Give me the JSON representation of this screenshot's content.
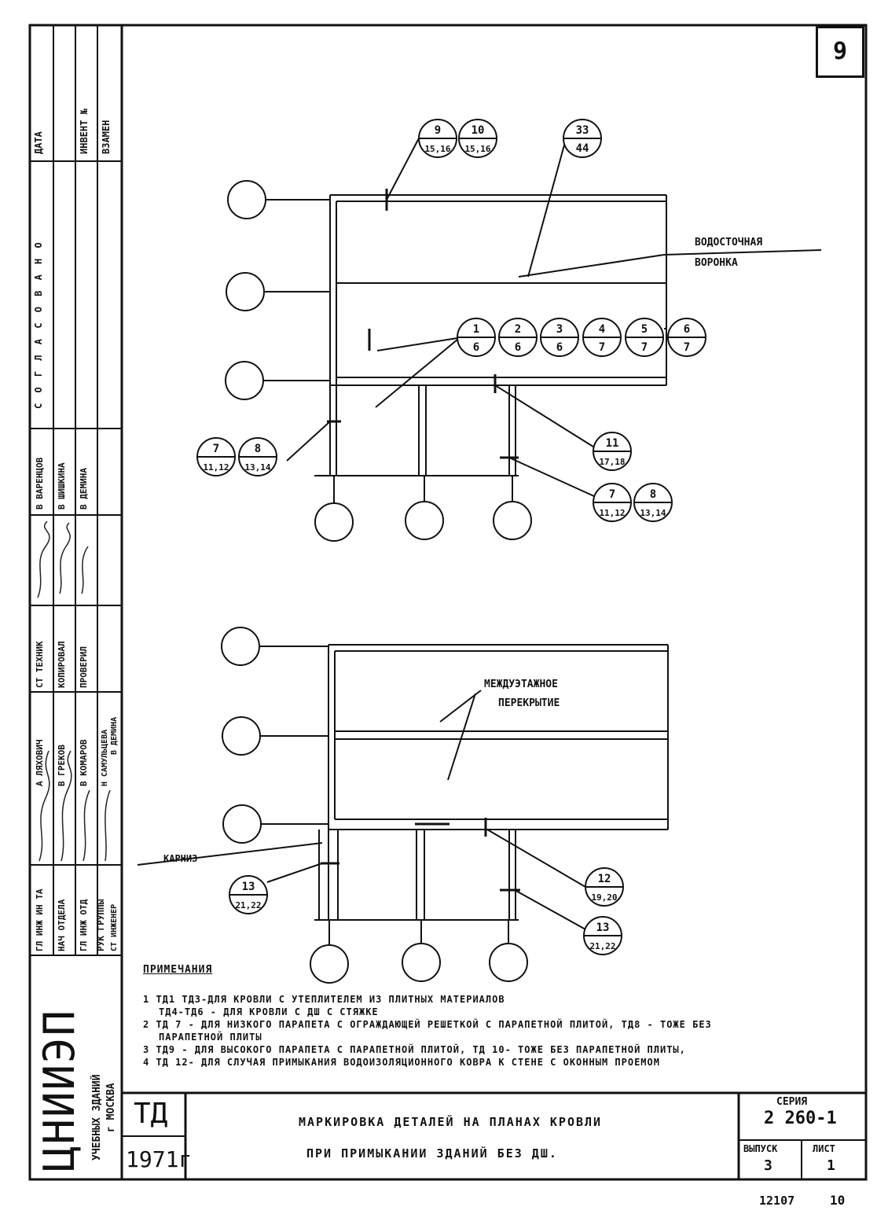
{
  "sheet_number": "9",
  "stamp_columns": {
    "data": "ДАТА",
    "inv": "ИНВЕНТ №",
    "vzamen": "ВЗАМЕН"
  },
  "approval": {
    "title": "С О Г Л А С О В А Н О",
    "names": [
      "В ВАРЕНЦОВ",
      "В ШИШКИНА",
      "В ДЕМИНА"
    ]
  },
  "roles": {
    "tech": "СТ ТЕХНИК",
    "copy": "КОПИРОВАЛ",
    "check": "ПРОВЕРИЛ",
    "names": [
      "А ЛЯХОВИЧ",
      "В ГРЕКОВ",
      "В КОМАРОВ",
      "Н САМУЛЬЦЕВА",
      "В ДЕМИНА"
    ],
    "positions": [
      "ГЛ ИНЖ ИН ТА",
      "НАЧ ОТДЕЛА",
      "ГЛ ИНЖ ОТД",
      "РУК ГРУППЫ",
      "СТ ИНЖЕНЕР"
    ]
  },
  "org": {
    "name": "ЦНИИЭП",
    "line1": "УЧЕБНЫХ ЗДАНИЙ",
    "line2": "г МОСКВА"
  },
  "top_plan": {
    "labels": {
      "funnel_1": "ВОДОСТОЧНАЯ",
      "funnel_2": "ВОРОНКА"
    },
    "markers": {
      "m9": [
        "9",
        "15,16"
      ],
      "m10": [
        "10",
        "15,16"
      ],
      "m33": [
        "33",
        "44"
      ],
      "m1": [
        "1",
        "6"
      ],
      "m2": [
        "2",
        "6"
      ],
      "m3": [
        "3",
        "6"
      ],
      "m4": [
        "4",
        "7"
      ],
      "m5": [
        "5",
        "7"
      ],
      "m6": [
        "6",
        "7"
      ],
      "m7a": [
        "7",
        "11,12"
      ],
      "m8a": [
        "8",
        "13,14"
      ],
      "m11": [
        "11",
        "17,18"
      ],
      "m7b": [
        "7",
        "11,12"
      ],
      "m8b": [
        "8",
        "13,14"
      ]
    }
  },
  "bottom_plan": {
    "labels": {
      "slab_1": "МЕЖДУЭТАЖНОЕ",
      "slab_2": "ПЕРЕКРЫТИЕ",
      "cornice": "КАРНИЗ"
    },
    "markers": {
      "m13a": [
        "13",
        "21,22"
      ],
      "m12": [
        "12",
        "19,20"
      ],
      "m13b": [
        "13",
        "21,22"
      ]
    }
  },
  "notes": {
    "title": "ПРИМЕЧАНИЯ",
    "lines": [
      "1 ТД1 ТДЗ-ДЛЯ КРОВЛИ С УТЕПЛИТЕЛЕМ ИЗ ПЛИТНЫХ МАТЕРИАЛОВ",
      "ТД4-ТД6 - ДЛЯ КРОВЛИ С ДШ С СТЯЖКЕ",
      "2 ТД 7 - ДЛЯ НИЗКОГО ПАРАПЕТА С ОГРАЖДАЮЩЕЙ РЕШЕТКОЙ С ПАРАПЕТНОЙ ПЛИТОЙ, ТД8 - ТОЖЕ БЕЗ",
      "ПАРАПЕТНОЙ ПЛИТЫ",
      "3 ТД9 - ДЛЯ ВЫСОКОГО ПАРАПЕТА С ПАРАПЕТНОЙ ПЛИТОЙ, ТД 10- ТОЖЕ БЕЗ ПАРАПЕТНОЙ ПЛИТЫ,",
      "4 ТД 12- ДЛЯ СЛУЧАЯ ПРИМЫКАНИЯ ВОДОИЗОЛЯЦИОННОГО КОВРА К СТЕНЕ С ОКОННЫМ ПРОЕМОМ"
    ]
  },
  "title_block": {
    "code": "ТД",
    "year": "1971г",
    "title_1": "МАРКИРОВКА ДЕТАЛЕЙ НА ПЛАНАХ КРОВЛИ",
    "title_2": "ПРИ ПРИМЫКАНИИ ЗДАНИЙ БЕЗ ДШ.",
    "series_label": "СЕРИЯ",
    "series_value": "2 260-1",
    "issue_label": "ВЫПУСК",
    "issue_value": "3",
    "sheet_label": "ЛИСТ",
    "sheet_value": "1"
  },
  "footer": {
    "code": "12107",
    "page": "10"
  }
}
